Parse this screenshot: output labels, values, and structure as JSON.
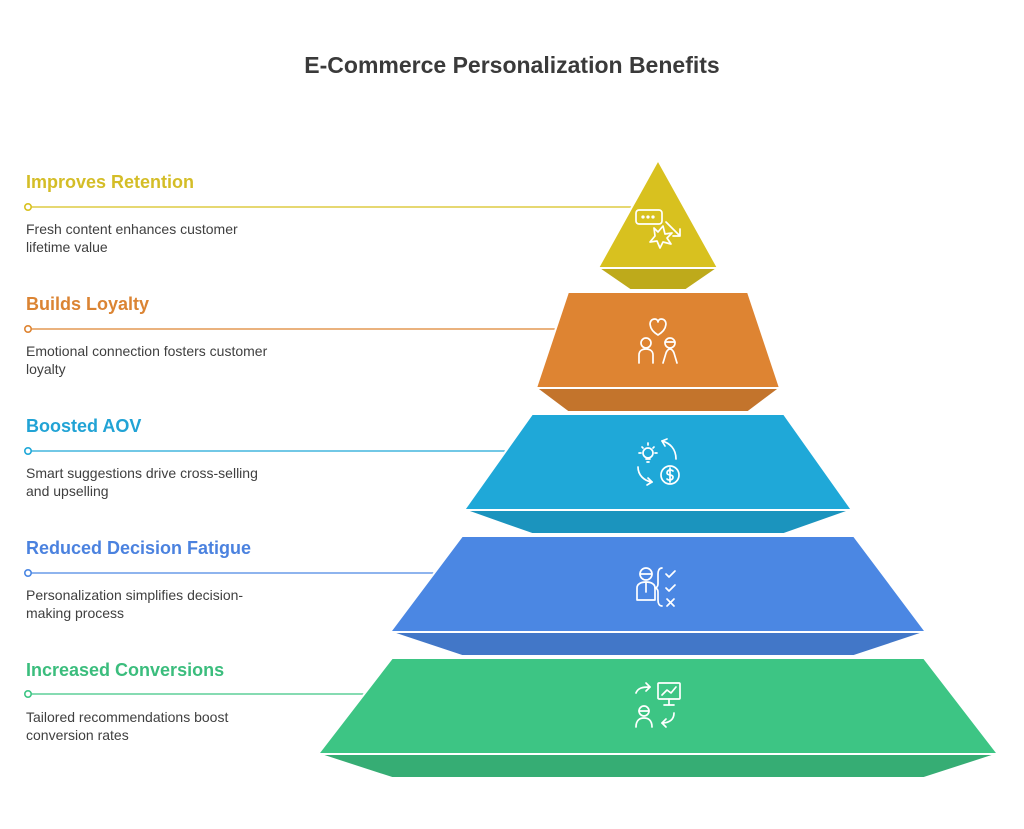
{
  "title": "E-Commerce Personalization Benefits",
  "levels": [
    {
      "label": "Improves Retention",
      "description": "Fresh content enhances customer lifetime value",
      "color": "#d8c11f",
      "label_color": "#d4bd27",
      "icon": "click-sparkle-icon"
    },
    {
      "label": "Builds Loyalty",
      "description": "Emotional connection fosters customer loyalty",
      "color": "#de8432",
      "label_color": "#db8433",
      "icon": "couple-heart-icon"
    },
    {
      "label": "Boosted AOV",
      "description": "Smart suggestions drive cross-selling and upselling",
      "color": "#1fa8d8",
      "label_color": "#21a3d5",
      "icon": "idea-dollar-cycle-icon"
    },
    {
      "label": "Reduced Decision Fatigue",
      "description": "Personalization simplifies decision-making process",
      "color": "#4b87e3",
      "label_color": "#4b82df",
      "icon": "person-checklist-icon"
    },
    {
      "label": "Increased Conversions",
      "description": "Tailored recommendations boost conversion rates",
      "color": "#3dc584",
      "label_color": "#3bbd7d",
      "icon": "person-chart-exchange-icon"
    }
  ]
}
